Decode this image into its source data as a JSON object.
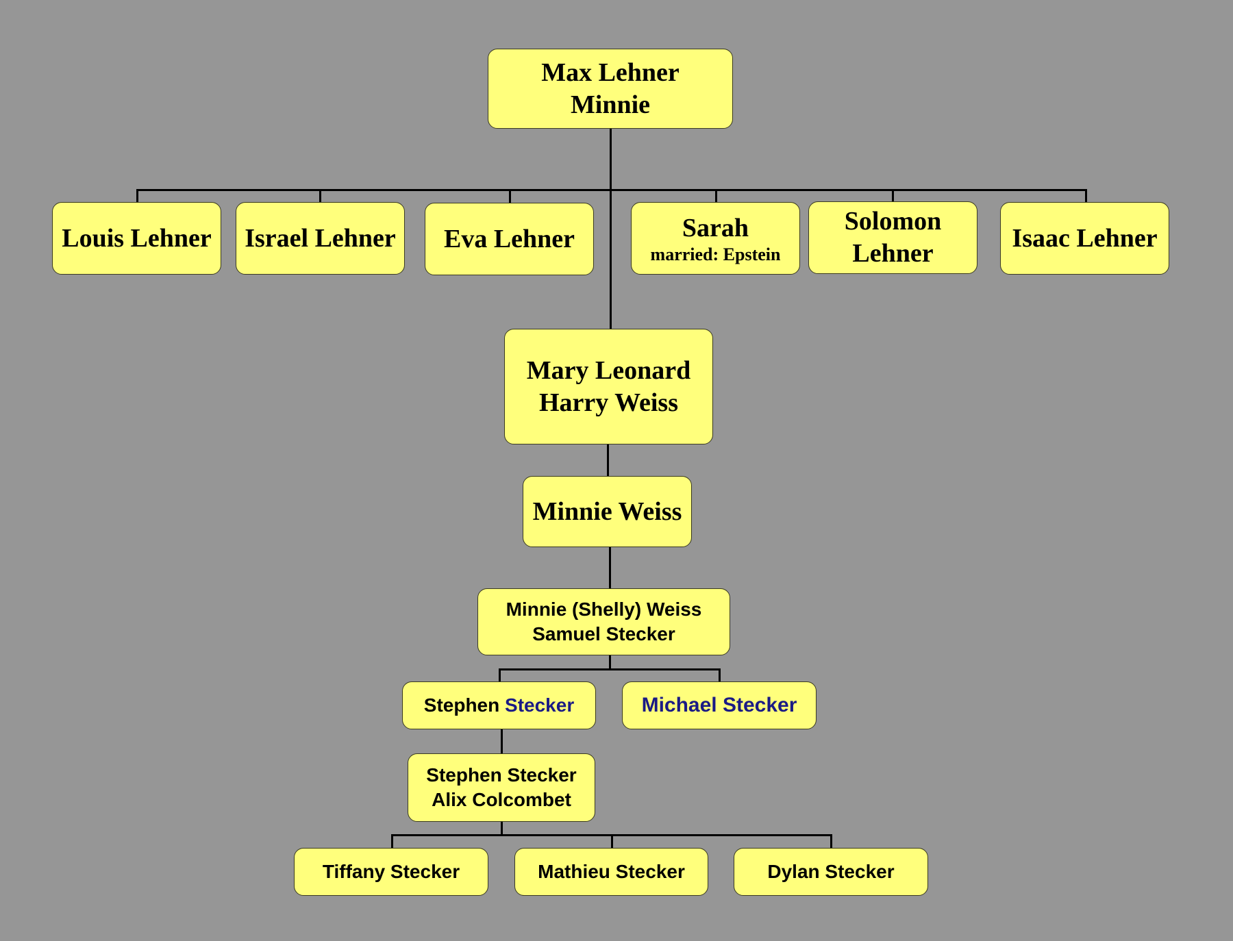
{
  "root": {
    "line1": "Max Lehner",
    "line2": "Minnie"
  },
  "children": [
    {
      "line1": "Louis Lehner"
    },
    {
      "line1": "Israel Lehner"
    },
    {
      "line1": "Eva Lehner"
    },
    {
      "line1": "Sarah",
      "line2": "married: Epstein"
    },
    {
      "line1": "Solomon",
      "line2": "Lehner"
    },
    {
      "line1": "Isaac Lehner"
    }
  ],
  "gen2": {
    "line1": "Mary Leonard",
    "line2": "Harry Weiss"
  },
  "gen3": {
    "line1": "Minnie Weiss"
  },
  "gen4": {
    "line1": "Minnie (Shelly) Weiss",
    "line2": "Samuel Stecker"
  },
  "gen5": [
    {
      "first": "Stephen",
      "last": "Stecker"
    },
    {
      "first": "Michael",
      "last": "Stecker"
    }
  ],
  "gen6": {
    "line1": "Stephen Stecker",
    "line2": "Alix Colcombet"
  },
  "gen7": [
    {
      "line1": "Tiffany Stecker"
    },
    {
      "line1": "Mathieu Stecker"
    },
    {
      "line1": "Dylan Stecker"
    }
  ],
  "colors": {
    "background": "#969696",
    "box": "#ffff7c",
    "accent_text": "#1a1a85"
  }
}
